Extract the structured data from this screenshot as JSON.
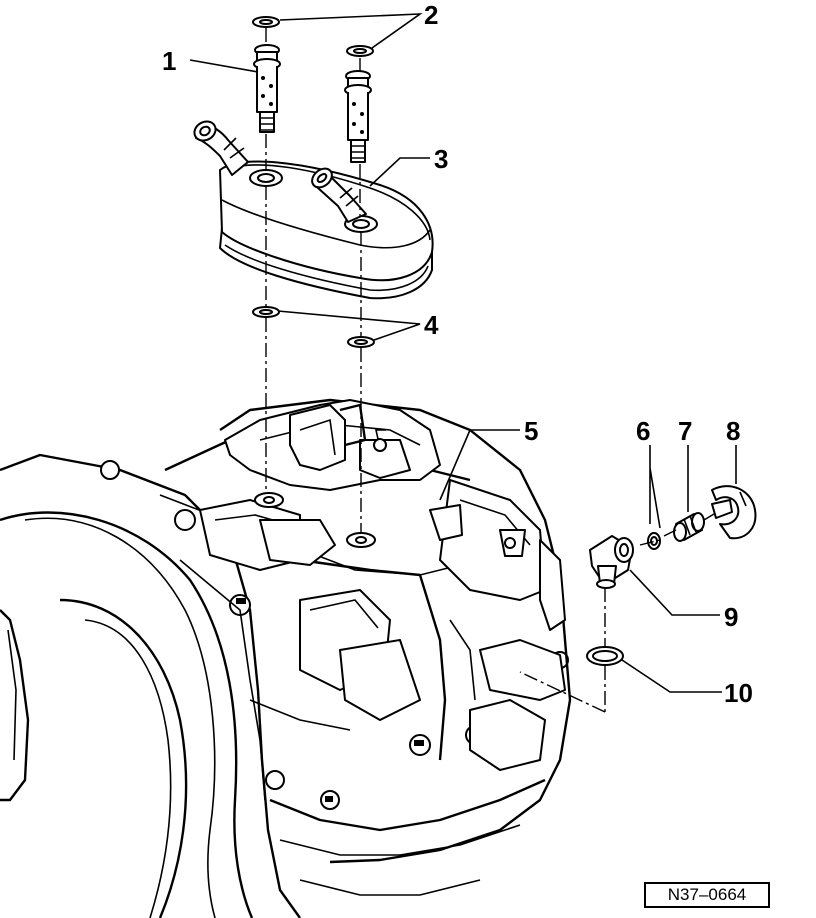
{
  "diagram": {
    "reference_code": "N37–0664",
    "callouts": [
      {
        "id": "1",
        "label": "1"
      },
      {
        "id": "2",
        "label": "2"
      },
      {
        "id": "3",
        "label": "3"
      },
      {
        "id": "4",
        "label": "4"
      },
      {
        "id": "5",
        "label": "5"
      },
      {
        "id": "6",
        "label": "6"
      },
      {
        "id": "7",
        "label": "7"
      },
      {
        "id": "8",
        "label": "8"
      },
      {
        "id": "9",
        "label": "9"
      },
      {
        "id": "10",
        "label": "10"
      }
    ]
  }
}
